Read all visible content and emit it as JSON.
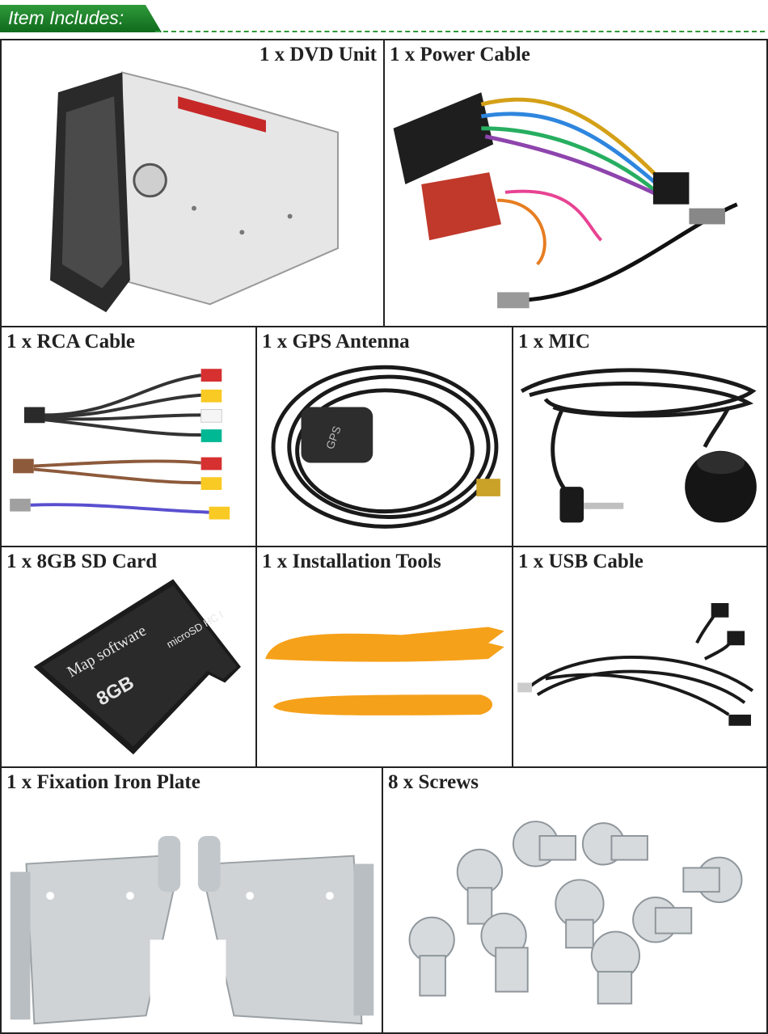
{
  "header": {
    "title": "Item Includes:"
  },
  "items": [
    {
      "label": "1 x DVD Unit"
    },
    {
      "label": "1 x Power Cable"
    },
    {
      "label": "1 x RCA Cable"
    },
    {
      "label": "1 x GPS Antenna"
    },
    {
      "label": "1 x MIC"
    },
    {
      "label": "1 x 8GB SD Card"
    },
    {
      "label": "1 x Installation Tools"
    },
    {
      "label": "1 x USB Cable"
    },
    {
      "label": "1 x Fixation Iron Plate"
    },
    {
      "label": "8 x Screws"
    }
  ],
  "sd_card": {
    "line1": "Map software",
    "capacity": "8GB",
    "brand": "microSD HC I"
  },
  "gps": {
    "badge": "GPS"
  },
  "colors": {
    "header_green": "#1f8a2c",
    "border": "#222222",
    "tool_orange": "#f6a11a"
  }
}
